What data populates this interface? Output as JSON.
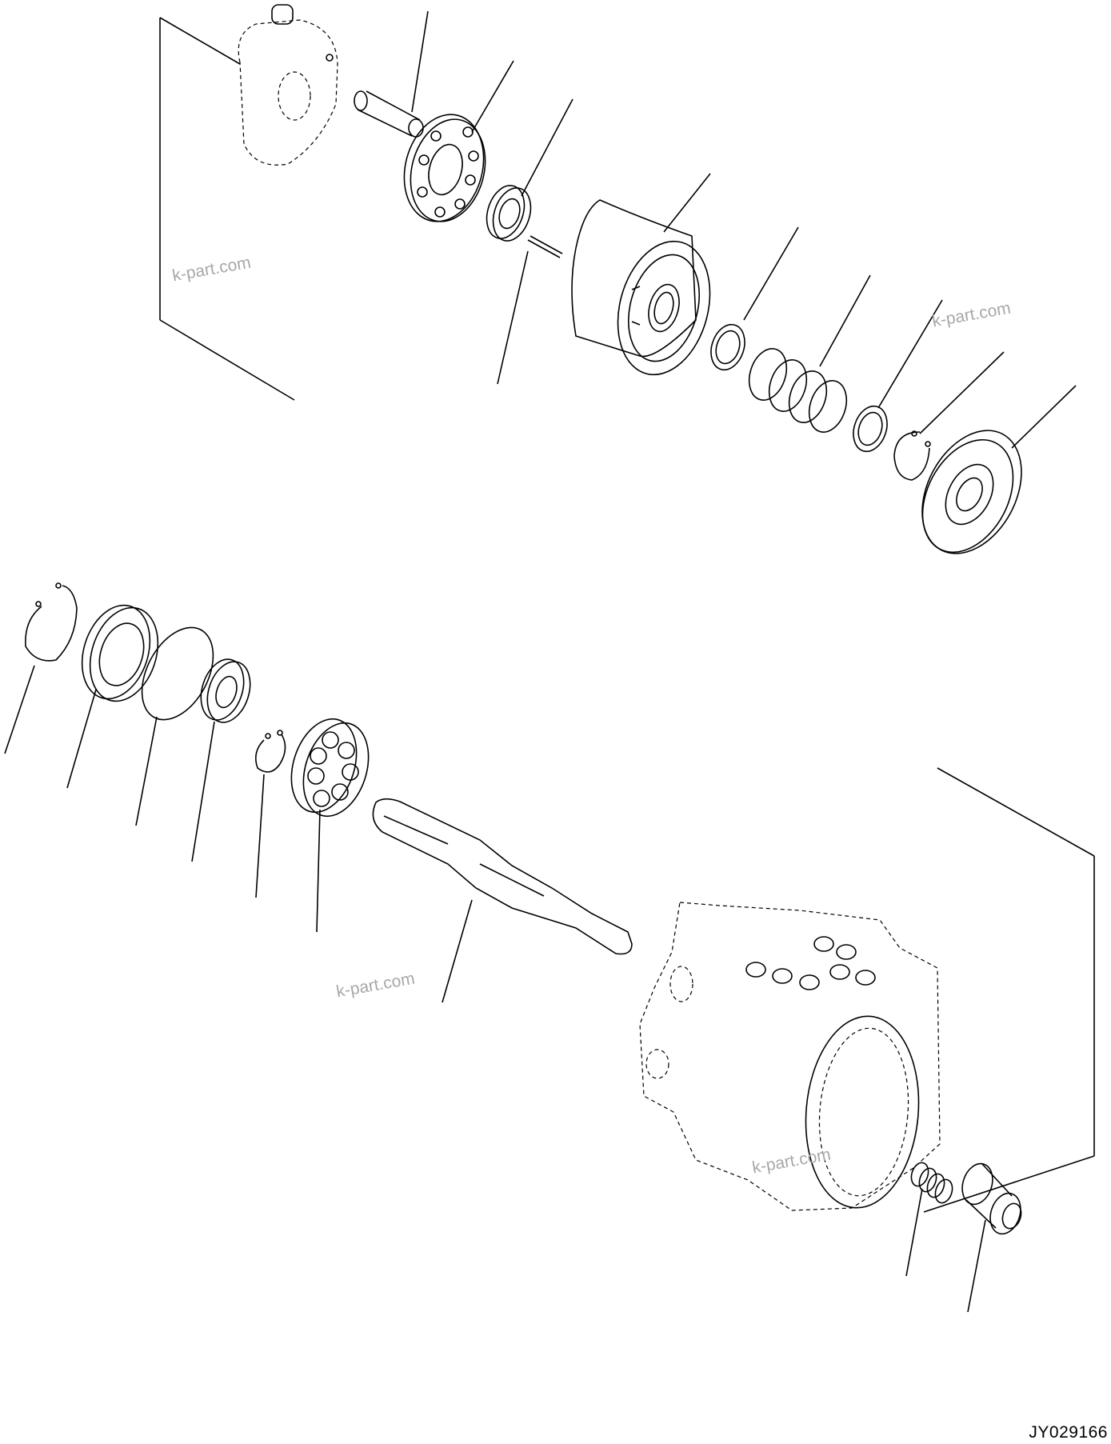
{
  "drawing_number": "JY029166",
  "watermarks": [
    "k-part.com",
    "k-part.com",
    "k-part.com",
    "k-part.com"
  ],
  "parts": [
    {
      "kind": "pump-cover-phantom"
    },
    {
      "kind": "guide-pin"
    },
    {
      "kind": "retainer-plate"
    },
    {
      "kind": "spherical-bushing"
    },
    {
      "kind": "pin"
    },
    {
      "kind": "cylinder-block"
    },
    {
      "kind": "washer"
    },
    {
      "kind": "spring"
    },
    {
      "kind": "washer"
    },
    {
      "kind": "snap-ring"
    },
    {
      "kind": "valve-plate"
    },
    {
      "kind": "snap-ring"
    },
    {
      "kind": "seal-case"
    },
    {
      "kind": "o-ring"
    },
    {
      "kind": "oil-seal"
    },
    {
      "kind": "snap-ring"
    },
    {
      "kind": "ball-bearing"
    },
    {
      "kind": "drive-shaft"
    },
    {
      "kind": "pump-case-phantom"
    },
    {
      "kind": "spring"
    },
    {
      "kind": "plug"
    }
  ]
}
